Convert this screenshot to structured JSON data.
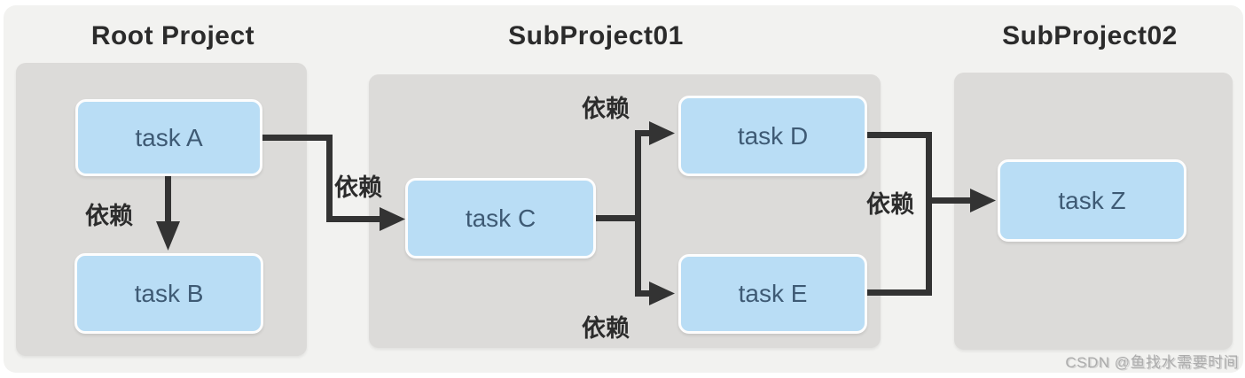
{
  "diagram": {
    "type": "dependency-graph",
    "colors": {
      "page_background": "#f2f2f0",
      "group_fill": "#dcdbd9",
      "task_fill": "#b9ddf5",
      "task_border": "#fdfdfd",
      "task_text": "#3e5a74",
      "title_text": "#2b2b2b",
      "arrow": "#333333",
      "watermark_text": "#acacac"
    },
    "groups": [
      {
        "title": "Root Project",
        "tasks": [
          "task A",
          "task B"
        ]
      },
      {
        "title": "SubProject01",
        "tasks": [
          "task C",
          "task D",
          "task E"
        ]
      },
      {
        "title": "SubProject02",
        "tasks": [
          "task Z"
        ]
      }
    ],
    "edges": [
      {
        "from": "task A",
        "to": "task B",
        "label": "依赖"
      },
      {
        "from": "task A",
        "to": "task C",
        "label": "依赖"
      },
      {
        "from": "task C",
        "to": "task D",
        "label": "依赖"
      },
      {
        "from": "task C",
        "to": "task E",
        "label": "依赖"
      },
      {
        "from": "task D, task E",
        "to": "task Z",
        "label": "依赖"
      }
    ],
    "watermark": "CSDN @鱼找水需要时间"
  }
}
